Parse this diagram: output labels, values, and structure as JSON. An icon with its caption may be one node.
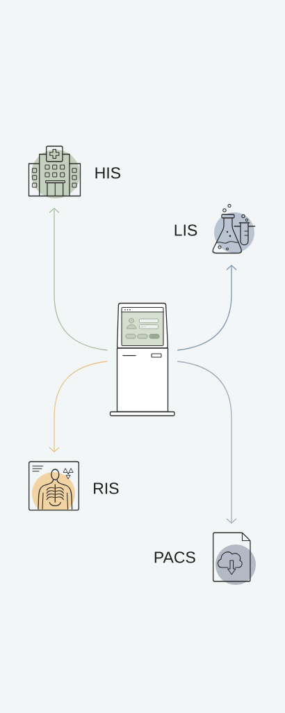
{
  "diagram": {
    "nodes": [
      {
        "text": [],
        "shape": "picture",
        "beside": [
          "HIS"
        ]
      },
      {
        "text": [],
        "shape": "picture",
        "beside": [
          "LIS"
        ]
      },
      {
        "text": [],
        "shape": "picture"
      },
      {
        "text": [],
        "shape": "picture",
        "beside": [
          "RIS"
        ]
      },
      {
        "text": [],
        "shape": "picture",
        "beside": [
          "PACS"
        ]
      }
    ],
    "edges": [
      {
        "from": 2,
        "to": 0,
        "arrow": "to",
        "color": "#a8bd9e"
      },
      {
        "from": 2,
        "to": 1,
        "arrow": "to",
        "color": "#7d93b0"
      },
      {
        "from": 2,
        "to": 3,
        "arrow": "to",
        "color": "#e8c489"
      },
      {
        "from": 2,
        "to": 4,
        "arrow": "to",
        "color": "#a2acb9"
      }
    ]
  }
}
